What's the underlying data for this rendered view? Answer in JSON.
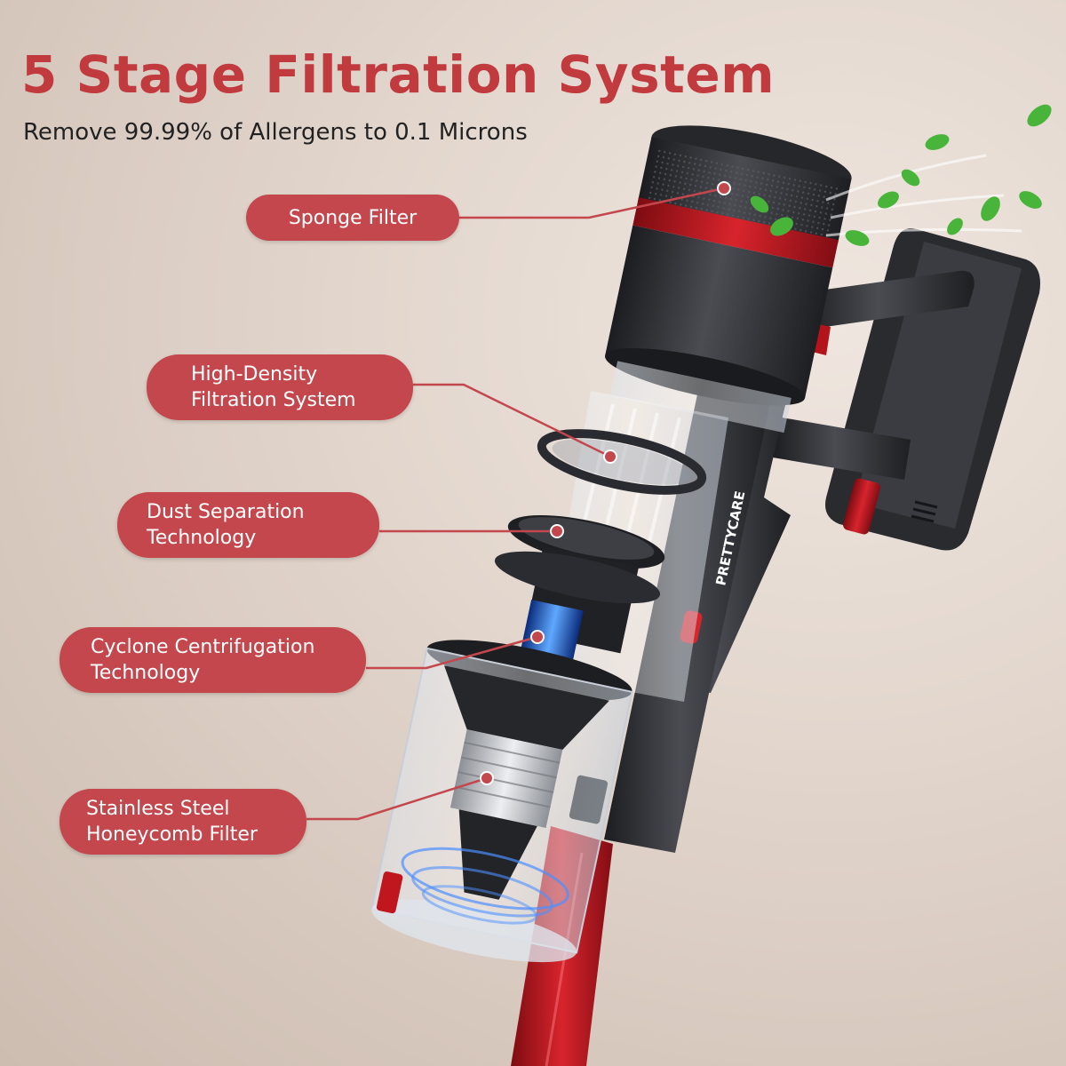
{
  "header": {
    "title": "5 Stage Filtration System",
    "subtitle": "Remove 99.99% of Allergens to 0.1 Microns"
  },
  "callouts": [
    {
      "lines": [
        "Sponge Filter"
      ]
    },
    {
      "lines": [
        "High-Density",
        "Filtration System"
      ]
    },
    {
      "lines": [
        "Dust Separation",
        "Technology"
      ]
    },
    {
      "lines": [
        "Cyclone Centrifugation",
        "Technology"
      ]
    },
    {
      "lines": [
        "Stainless Steel",
        "Honeycomb Filter"
      ]
    }
  ],
  "product": {
    "brand": "PRETTYCARE"
  },
  "colors": {
    "accent": "#c03a3e",
    "pill": "#c3474c",
    "body": "#2e2f33",
    "wand": "#b3141c",
    "leaf": "#49b43a"
  }
}
